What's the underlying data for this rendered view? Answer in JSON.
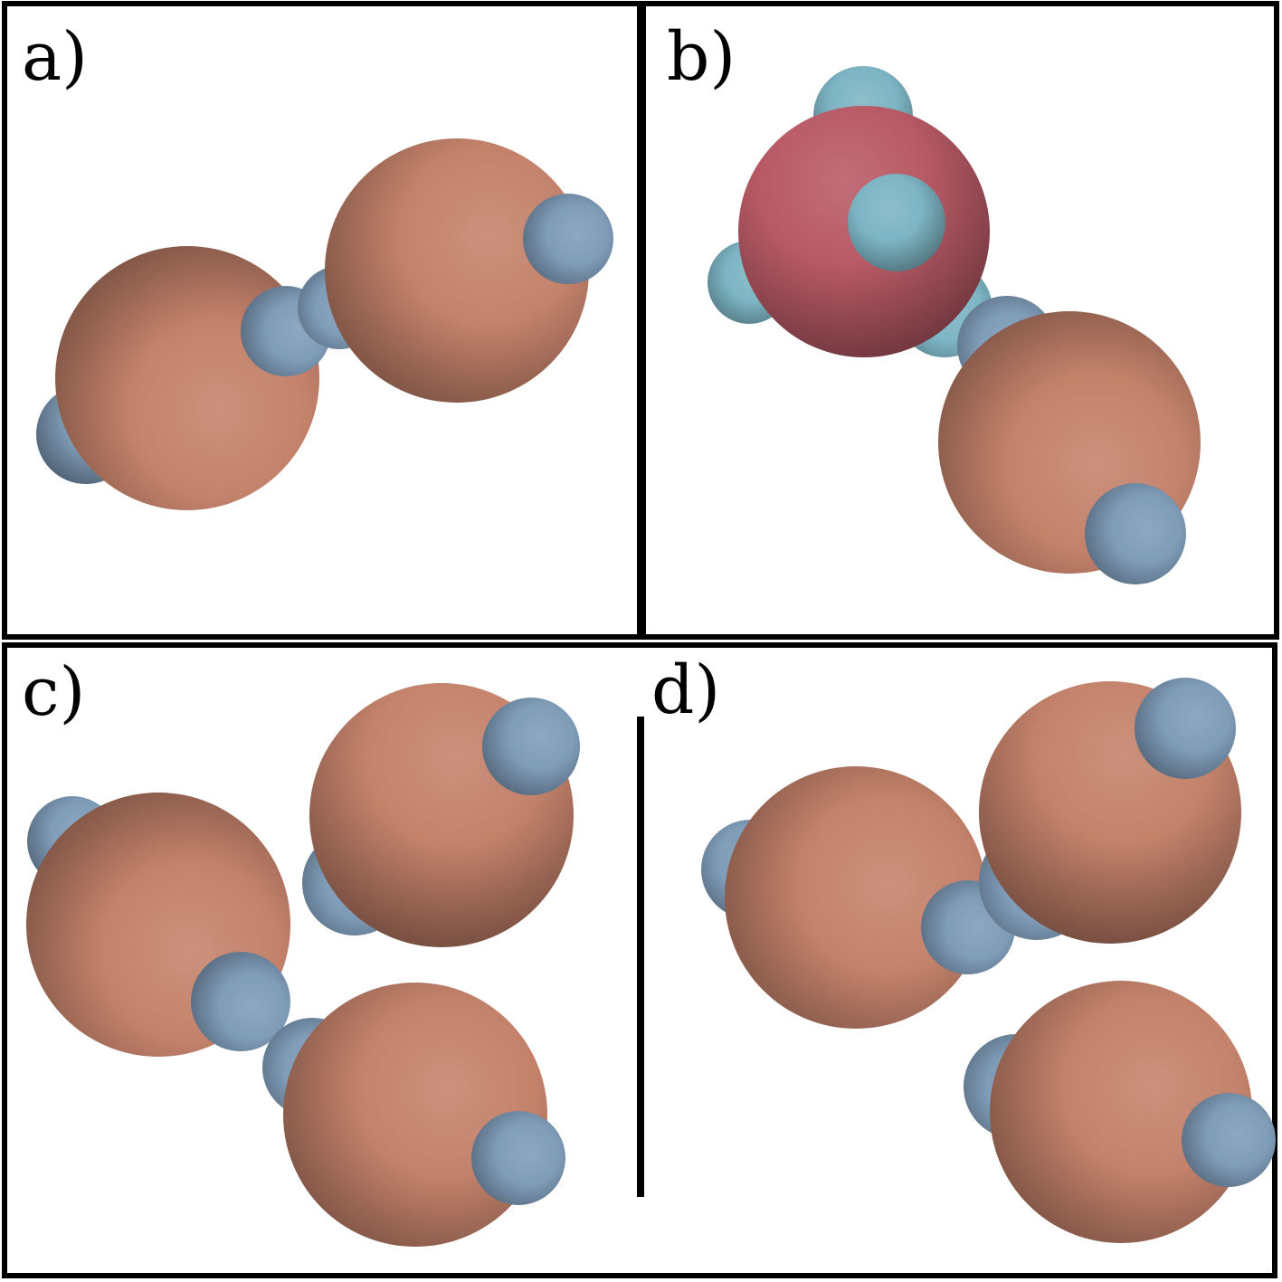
{
  "colors": {
    "background": "#ffffff",
    "frame": "#000000",
    "copper_atom": "#c4826b",
    "hydrogen_atom": "#7f9cb8",
    "oxygen_atom": "#b85a66",
    "water_hydrogen_atom": "#7db5c4"
  },
  "panels": [
    {
      "id": "a",
      "label": "a)",
      "atoms": [
        {
          "element": "H",
          "color_key": "hydrogen_atom"
        },
        {
          "element": "Cu",
          "color_key": "copper_atom"
        },
        {
          "element": "H",
          "color_key": "hydrogen_atom"
        },
        {
          "element": "H",
          "color_key": "hydrogen_atom"
        },
        {
          "element": "Cu",
          "color_key": "copper_atom"
        },
        {
          "element": "H",
          "color_key": "hydrogen_atom"
        }
      ]
    },
    {
      "id": "b",
      "label": "b)",
      "atoms": [
        {
          "element": "H",
          "color_key": "water_hydrogen_atom"
        },
        {
          "element": "H",
          "color_key": "water_hydrogen_atom"
        },
        {
          "element": "H",
          "color_key": "water_hydrogen_atom"
        },
        {
          "element": "H",
          "color_key": "hydrogen_atom"
        },
        {
          "element": "O",
          "color_key": "oxygen_atom"
        },
        {
          "element": "H",
          "color_key": "water_hydrogen_atom"
        },
        {
          "element": "Cu",
          "color_key": "copper_atom"
        },
        {
          "element": "H",
          "color_key": "hydrogen_atom"
        }
      ]
    },
    {
      "id": "c",
      "label": "c)",
      "atoms": [
        {
          "element": "H",
          "color_key": "hydrogen_atom"
        },
        {
          "element": "Cu",
          "color_key": "copper_atom"
        },
        {
          "element": "H",
          "color_key": "hydrogen_atom"
        },
        {
          "element": "Cu",
          "color_key": "copper_atom"
        },
        {
          "element": "H",
          "color_key": "hydrogen_atom"
        },
        {
          "element": "H",
          "color_key": "hydrogen_atom"
        },
        {
          "element": "H",
          "color_key": "hydrogen_atom"
        },
        {
          "element": "Cu",
          "color_key": "copper_atom"
        },
        {
          "element": "H",
          "color_key": "hydrogen_atom"
        }
      ]
    },
    {
      "id": "d",
      "label": "d)",
      "atoms": [
        {
          "element": "H",
          "color_key": "hydrogen_atom"
        },
        {
          "element": "Cu",
          "color_key": "copper_atom"
        },
        {
          "element": "H",
          "color_key": "hydrogen_atom"
        },
        {
          "element": "H",
          "color_key": "hydrogen_atom"
        },
        {
          "element": "Cu",
          "color_key": "copper_atom"
        },
        {
          "element": "H",
          "color_key": "hydrogen_atom"
        },
        {
          "element": "H",
          "color_key": "hydrogen_atom"
        },
        {
          "element": "Cu",
          "color_key": "copper_atom"
        },
        {
          "element": "H",
          "color_key": "hydrogen_atom"
        }
      ]
    }
  ]
}
